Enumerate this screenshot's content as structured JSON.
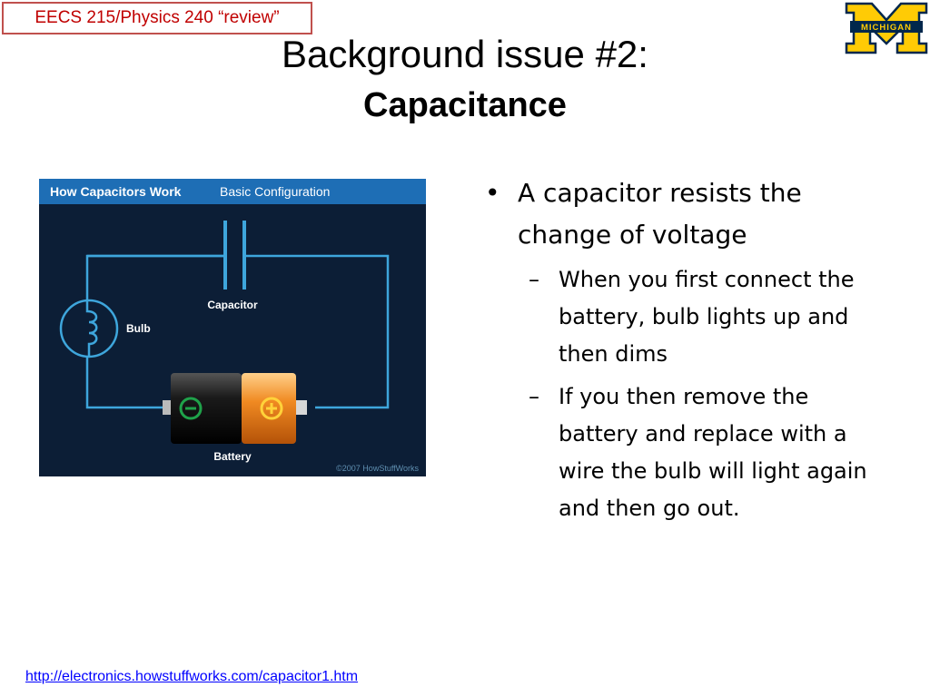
{
  "course_tag": "EECS 215/Physics 240 “review”",
  "logo": {
    "text": "MICHIGAN",
    "icon": "michigan-block-m-logo"
  },
  "title": {
    "line1": "Background issue #2:",
    "line2": "Capacitance"
  },
  "diagram": {
    "header_bold": "How Capacitors Work",
    "header_rest": "Basic Configuration",
    "label_capacitor": "Capacitor",
    "label_bulb": "Bulb",
    "label_battery": "Battery",
    "copyright": "©2007 HowStuffWorks",
    "colors": {
      "wire": "#3ea6dc",
      "background": "#0c1e36",
      "header": "#1e6eb5",
      "battery_negative": "#111111",
      "battery_positive": "#e8801e"
    }
  },
  "bullets": [
    {
      "text": "A capacitor resists the change of voltage",
      "marker": "•",
      "level": 1
    },
    {
      "text": "When you first connect the battery, bulb lights up and then dims",
      "marker": "–",
      "level": 2
    },
    {
      "text": "If you then remove the battery and replace with a wire the bulb will light again and then go out.",
      "marker": "–",
      "level": 2
    }
  ],
  "source_link": "http://electronics.howstuffworks.com/capacitor1.htm",
  "colors": {
    "tag_border": "#c0504d",
    "tag_text": "#c00000",
    "link": "#0000ff",
    "maize": "#ffcb05",
    "blue": "#00274c"
  }
}
